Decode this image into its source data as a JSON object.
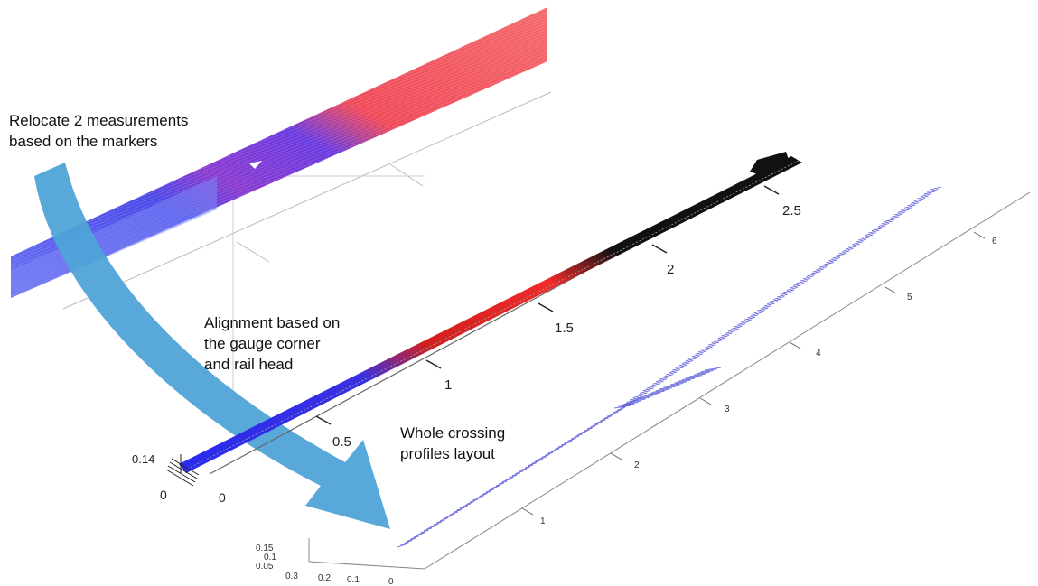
{
  "annotations": {
    "relocate": "Relocate 2 measurements\nbased on the markers",
    "alignment": "Alignment based on\nthe gauge corner\nand rail head",
    "whole": "Whole crossing\nprofiles layout"
  },
  "middle_axis": {
    "ticks": [
      "0.5",
      "1",
      "1.5",
      "2",
      "2.5"
    ],
    "z_tick": "0.14",
    "origin_a": "0",
    "origin_b": "0"
  },
  "bottom_axis": {
    "long_ticks": [
      "1",
      "2",
      "3",
      "4",
      "5",
      "6"
    ],
    "z_ticks": [
      "0.15",
      "0.1",
      "0.05"
    ],
    "y_ticks": [
      "0.3",
      "0.2",
      "0.1",
      "0"
    ]
  },
  "colors": {
    "blue": "#3a3aee",
    "red": "#f03a3a",
    "black": "#111111",
    "arrow": "#4fa3d8",
    "profile": "#5a5ad8"
  }
}
